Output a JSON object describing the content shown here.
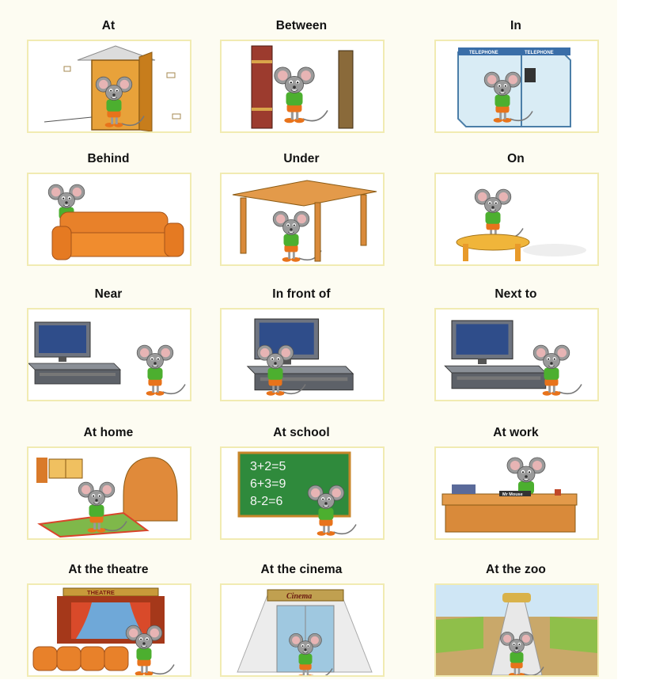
{
  "prepositions": [
    {
      "label": "At",
      "scene": "door"
    },
    {
      "label": "Between",
      "scene": "books"
    },
    {
      "label": "In",
      "scene": "phonebox"
    },
    {
      "label": "Behind",
      "scene": "sofa"
    },
    {
      "label": "Under",
      "scene": "table"
    },
    {
      "label": "On",
      "scene": "stool"
    },
    {
      "label": "Near",
      "scene": "tv-near"
    },
    {
      "label": "In front of",
      "scene": "tv-front"
    },
    {
      "label": "Next to",
      "scene": "tv-next"
    },
    {
      "label": "At home",
      "scene": "home"
    },
    {
      "label": "At school",
      "scene": "school"
    },
    {
      "label": "At work",
      "scene": "work"
    },
    {
      "label": "At the theatre",
      "scene": "theatre"
    },
    {
      "label": "At the cinema",
      "scene": "cinema"
    },
    {
      "label": "At the zoo",
      "scene": "zoo"
    }
  ],
  "scene_text": {
    "phonebox_sign": "TELEPHONE",
    "blackboard_lines": [
      "3+2=5",
      "6+3=9",
      "8-2=6"
    ],
    "desk_nameplate": "Mr Mouse",
    "theatre_sign": "THEATRE",
    "cinema_sign": "Cinema"
  },
  "colors": {
    "frame_border": "#f1ebb2",
    "sheet_background": "#fdfcf2",
    "mouse_fur": "#9a9a9a",
    "mouse_ear": "#e7b4b4",
    "mouse_shirt": "#4caf2f",
    "mouse_shorts": "#e8731b",
    "furniture_orange": "#e8812a",
    "board_green": "#2f8a3c"
  }
}
